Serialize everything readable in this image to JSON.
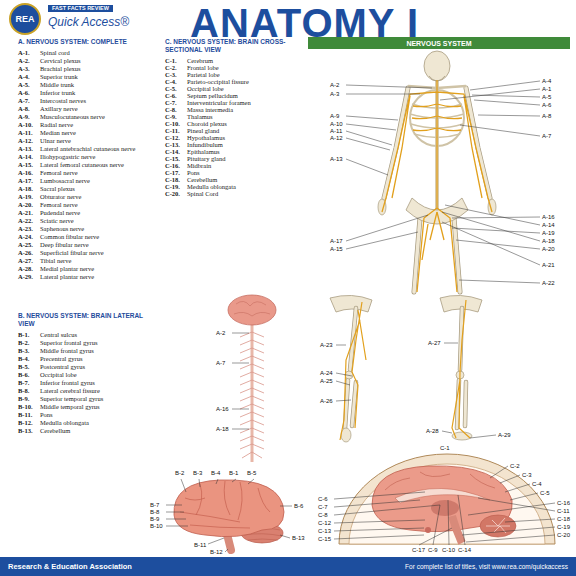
{
  "diagram": {
    "title": "ANATOMY I",
    "nodes": [
      {
        "text": [
          "NERVOUS SYSTEM"
        ]
      },
      {
        "text": [
          "Research & Education Association",
          "For complete list of titles, visit www.rea.com/quickaccess"
        ]
      }
    ],
    "labels": [
      "REA",
      "FAST FACTS REVIEW",
      "Quick Access®",
      "A. NERVOUS SYSTEM: COMPLETE",
      "A-1.",
      "Spinal cord",
      "A-2.",
      "Cervical plexus",
      "A-3.",
      "Brachial plexus",
      "A-4.",
      "Superior trunk",
      "A-5.",
      "Middle trunk",
      "A-6.",
      "Inferior trunk",
      "A-7.",
      "Intercostal nerves",
      "A-8.",
      "Axillary nerve",
      "A-9.",
      "Musculocutaneous nerve",
      "A-10.",
      "Radial nerve",
      "A-11.",
      "Median nerve",
      "A-12.",
      "Ulnar nerve",
      "A-13.",
      "Lateral antebrachial cutaneous nerve",
      "A-14.",
      "Iliohypogastric nerve",
      "A-15.",
      "Lateral femoral cutaneous nerve",
      "A-16.",
      "Femoral nerve",
      "A-17.",
      "Lumbosacral nerve",
      "A-18.",
      "Sacral plexus",
      "A-19.",
      "Obturator nerve",
      "A-20.",
      "Femoral nerve",
      "A-21.",
      "Pudendal nerve",
      "A-22.",
      "Sciatic nerve",
      "A-23.",
      "Saphenous nerve",
      "A-24.",
      "Common fibular nerve",
      "A-25.",
      "Deep fibular nerve",
      "A-26.",
      "Superficial fibular nerve",
      "A-27.",
      "Tibial nerve",
      "A-28.",
      "Medial plantar nerve",
      "A-29.",
      "Lateral plantar nerve",
      "B. NERVOUS SYSTEM: BRAIN LATERAL VIEW",
      "B-1.",
      "Central sulcus",
      "B-2.",
      "Superior frontal gyrus",
      "B-3.",
      "Middle frontal gyrus",
      "B-4.",
      "Precentral gyrus",
      "B-5.",
      "Postcentral gyrus",
      "B-6.",
      "Occipital lobe",
      "B-7.",
      "Inferior frontal gyrus",
      "B-8.",
      "Lateral cerebral fissure",
      "B-9.",
      "Superior temporal gyrus",
      "B-10.",
      "Middle temporal gyrus",
      "B-11.",
      "Pons",
      "B-12.",
      "Medulla oblongata",
      "B-13.",
      "Cerebellum",
      "C. NERVOUS SYSTEM: BRAIN CROSS-SECTIONAL VIEW",
      "C-1.",
      "Cerebrum",
      "C-2.",
      "Frontal lobe",
      "C-3.",
      "Parietal lobe",
      "C-4.",
      "Parieto-occipital fissure",
      "C-5.",
      "Occipital lobe",
      "C-6.",
      "Septum pellucidum",
      "C-7.",
      "Interventricular foramen",
      "C-8.",
      "Massa intermedia",
      "C-9.",
      "Thalamus",
      "C-10.",
      "Choroid plexus",
      "C-11.",
      "Pineal gland",
      "C-12.",
      "Hypothalamus",
      "C-13.",
      "Infundibulum",
      "C-14.",
      "Epithalamus",
      "C-15.",
      "Pituitary gland",
      "C-16.",
      "Midbrain",
      "C-17.",
      "Pons",
      "C-18.",
      "Cerebellum",
      "C-19.",
      "Medulla oblongata",
      "C-20.",
      "Spinal Cord",
      "A-2",
      "A-3",
      "A-9",
      "A-10",
      "A-11",
      "A-12",
      "A-13",
      "A-17",
      "A-15",
      "A-4",
      "A-1",
      "A-5",
      "A-6",
      "A-8",
      "A-7",
      "A-16",
      "A-14",
      "A-19",
      "A-18",
      "A-20",
      "A-21",
      "A-22",
      "A-23",
      "A-24",
      "A-25",
      "A-26",
      "A-27",
      "A-28",
      "A-29",
      "A-2",
      "A-7",
      "A-16",
      "A-18",
      "B-2",
      "B-3",
      "B-4",
      "B-1",
      "B-5",
      "B-7",
      "B-8",
      "B-9",
      "B-10",
      "B-6",
      "B-11",
      "B-12",
      "B-13",
      "C-1",
      "C-2",
      "C-3",
      "C-4",
      "C-5",
      "C-16",
      "C-11",
      "C-18",
      "C-19",
      "C-20",
      "C-6",
      "C-7",
      "C-8",
      "C-12",
      "C-13",
      "C-15",
      "C-17",
      "C-9",
      "C-10",
      "C-14"
    ]
  }
}
